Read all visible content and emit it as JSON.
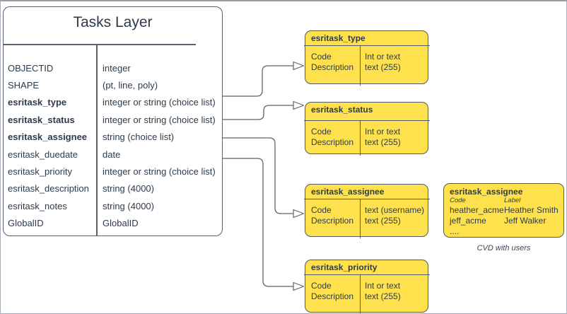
{
  "colors": {
    "yellow_fill": "#FFE14D",
    "stroke": "#57606C",
    "text": "#2E3B4A"
  },
  "tasks_layer": {
    "title": "Tasks Layer",
    "rows": [
      {
        "name": "OBJECTID",
        "type": "integer",
        "key_field": false
      },
      {
        "name": "SHAPE",
        "type": "(pt, line, poly)",
        "key_field": false
      },
      {
        "name": "esritask_type",
        "type": "integer or string (choice list)",
        "key_field": true
      },
      {
        "name": "esritask_status",
        "type": "integer or string (choice list)",
        "key_field": true
      },
      {
        "name": "esritask_assignee",
        "type": "string (choice list)",
        "key_field": true
      },
      {
        "name": "esritask_duedate",
        "type": "date",
        "key_field": false
      },
      {
        "name": "esritask_priority",
        "type": "integer or string (choice list)",
        "key_field": false
      },
      {
        "name": "esritask_description",
        "type": "string (4000)",
        "key_field": false
      },
      {
        "name": "esritask_notes",
        "type": "string (4000)",
        "key_field": false
      },
      {
        "name": "GlobalID",
        "type": "GlobalID",
        "key_field": false
      }
    ]
  },
  "domain_boxes": [
    {
      "title": "esritask_type",
      "left": [
        "Code",
        "Description"
      ],
      "right": [
        "Int or text",
        "text (255)"
      ]
    },
    {
      "title": "esritask_status",
      "left": [
        "Code",
        "Description"
      ],
      "right": [
        "Int or text",
        "text (255)"
      ]
    },
    {
      "title": "esritask_assignee",
      "left": [
        "Code",
        "Description"
      ],
      "right": [
        "text (username)",
        "text (255)"
      ]
    },
    {
      "title": "esritask_priority",
      "left": [
        "Code",
        "Description"
      ],
      "right": [
        "Int or text",
        "text (255)"
      ]
    }
  ],
  "cvd_box": {
    "title": "esritask_assignee",
    "col_headers": [
      "Code",
      "Label"
    ],
    "rows": [
      [
        "heather_acme",
        "Heather Smith"
      ],
      [
        "jeff_acme",
        "Jeff Walker"
      ]
    ],
    "ellipsis": "....",
    "caption": "CVD with users"
  }
}
